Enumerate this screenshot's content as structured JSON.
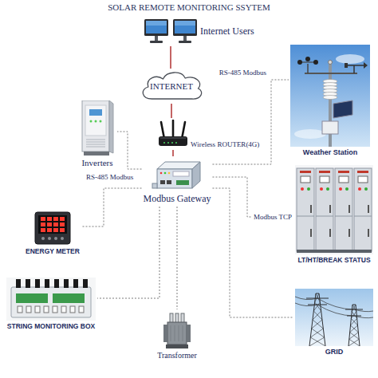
{
  "diagram": {
    "title": "SOLAR REMOTE MONITORING SSYTEM",
    "nodes": [
      {
        "text": [
          "Internet Users"
        ]
      },
      {
        "text": [
          "INTERNET"
        ]
      },
      {
        "text": [
          "Inverters"
        ]
      },
      {
        "text": [
          "Wireless ROUTER(4G)"
        ]
      },
      {
        "text": [
          "Weather Station"
        ]
      },
      {
        "text": [
          "Modbus Gateway"
        ]
      },
      {
        "text": [
          "ENERGY METER"
        ]
      },
      {
        "text": [
          "LT/HT/BREAK STATUS"
        ]
      },
      {
        "text": [
          "STRING MONITORING BOX"
        ]
      },
      {
        "text": [
          "GRID"
        ]
      },
      {
        "text": [
          "Transformer"
        ]
      }
    ],
    "edges": [
      {
        "from": 0,
        "to": 1,
        "arrow": "none"
      },
      {
        "from": 1,
        "to": 3,
        "arrow": "none"
      },
      {
        "from": 3,
        "to": 5,
        "arrow": "none"
      },
      {
        "from": 5,
        "to": 4,
        "label": "RS-485 Modbus",
        "arrow": "none"
      },
      {
        "from": 5,
        "to": 2,
        "label": "RS-485 Modbus",
        "arrow": "none"
      },
      {
        "from": 5,
        "to": 6,
        "arrow": "none"
      },
      {
        "from": 5,
        "to": 7,
        "label": "Modbus TCP",
        "arrow": "none"
      },
      {
        "from": 5,
        "to": 8,
        "arrow": "none"
      },
      {
        "from": 5,
        "to": 10,
        "arrow": "none"
      },
      {
        "from": 5,
        "to": 9,
        "arrow": "none"
      }
    ]
  }
}
